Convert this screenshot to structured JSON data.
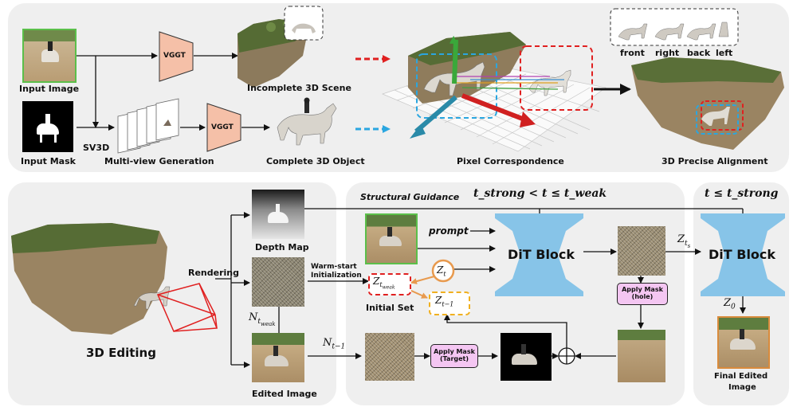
{
  "top": {
    "input_image_label": "Input Image",
    "input_mask_label": "Input Mask",
    "sv3d_label": "SV3D",
    "multiview_label": "Multi-view Generation",
    "vggt_top_label": "VGGT",
    "vggt_bottom_label": "VGGT",
    "incomplete_scene_label": "Incomplete 3D Scene",
    "complete_object_label": "Complete 3D Object",
    "pixel_corr_label": "Pixel Correspondence",
    "alignment_label": "3D Precise Alignment",
    "views": [
      "front",
      "right",
      "back",
      "left"
    ]
  },
  "bottom": {
    "editing_label": "3D Editing",
    "rendering_label": "Rendering",
    "depth_map_label": "Depth Map",
    "edited_image_label": "Edited Image",
    "warmstart_label": "Warm-start Initialization",
    "n_weak_label": "N",
    "n_weak_sub": "t",
    "n_weak_subsub": "weak",
    "n_prev_label": "N",
    "n_prev_sub": "t−1",
    "structural_guidance_label": "Structural Guidance",
    "cond_strong_weak": "t_strong < t ≤ t_weak",
    "cond_strong": "t ≤ t_strong",
    "prompt_label": "prompt",
    "dit_block_label": "DiT Block",
    "dit_block2_label": "DiT Block",
    "z_t_label": "Z",
    "z_t_sub": "t",
    "z_weak_label": "Z",
    "z_weak_sub": "t",
    "z_weak_subsub": "weak",
    "z_prev_label": "Z",
    "z_prev_sub": "t−1",
    "z_ts_label": "Z",
    "z_ts_sub": "t",
    "z_ts_subsub": "s",
    "z0_label": "Z",
    "z0_sub": "0",
    "initial_set_label": "Initial Set",
    "apply_mask_hole": [
      "Apply Mask",
      "(hole)"
    ],
    "apply_mask_target": [
      "Apply Mask",
      "(Target)"
    ],
    "final_label": [
      "Final Edited",
      "Image"
    ]
  },
  "colors": {
    "panel": "#efefef",
    "vggt_fill": "#f5c0a8",
    "dit_fill": "#87c4e8",
    "red_dash": "#e02020",
    "blue_dash": "#2aa6e0",
    "orange": "#e89a4e",
    "yellow": "#f0b020",
    "pink": "#f4c6f2"
  }
}
